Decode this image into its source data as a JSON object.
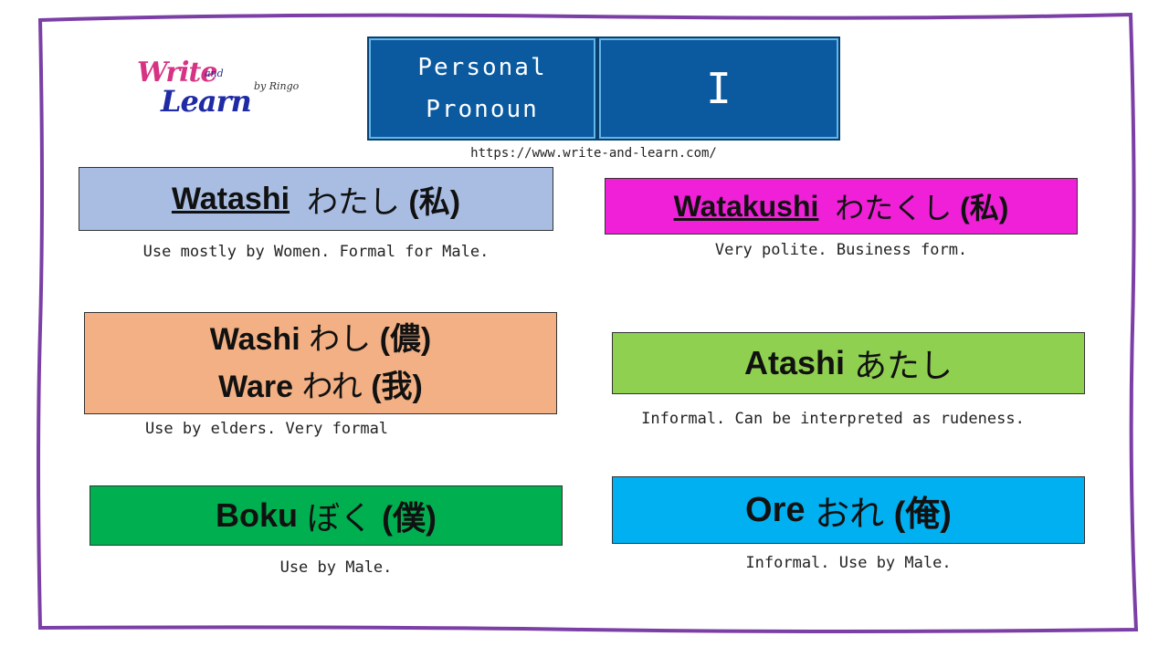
{
  "logo": {
    "line1": "Write",
    "line1_small": "and",
    "line2": "Learn",
    "byline": "by Ringo"
  },
  "header": {
    "left_line1": "Personal",
    "left_line2": "Pronoun",
    "right": "I"
  },
  "url": "https://www.write-and-learn.com/",
  "cards": [
    {
      "romaji": "Watashi",
      "kana": "わたし",
      "kanji": "(私)",
      "note": "Use mostly by Women. Formal for Male.",
      "color": "#a9bde2"
    },
    {
      "romaji": "Watakushi",
      "kana": "わたくし",
      "kanji": "(私)",
      "note": "Very polite. Business form.",
      "color": "#f020d8"
    },
    {
      "romaji": "Washi",
      "kana": "わし",
      "kanji": "(儂)",
      "romaji2": "Ware",
      "kana2": "われ",
      "kanji2": "(我)",
      "note": "Use by elders. Very formal",
      "color": "#f2b084"
    },
    {
      "romaji": "Atashi",
      "kana": "あたし",
      "note": "Informal. Can be interpreted as rudeness.",
      "color": "#90d050"
    },
    {
      "romaji": "Boku",
      "kana": "ぼく",
      "kanji": "(僕)",
      "note": "Use by Male.",
      "color": "#00b050"
    },
    {
      "romaji": "Ore",
      "kana": "おれ",
      "kanji": "(俺)",
      "note": "Informal. Use by Male.",
      "color": "#00b0f0"
    }
  ]
}
